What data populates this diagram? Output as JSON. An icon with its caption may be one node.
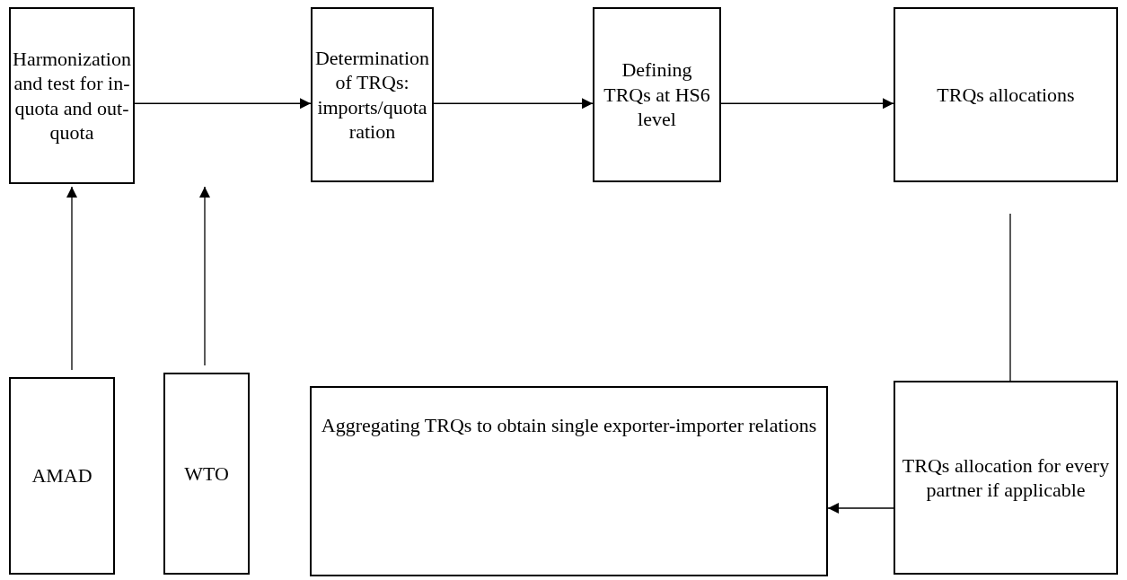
{
  "diagram": {
    "nodes": [
      {
        "text": [
          "Harmonization and test for in-quota and out-quota"
        ]
      },
      {
        "text": [
          "Determination of TRQs: imports/quota ration"
        ]
      },
      {
        "text": [
          "Defining TRQs at HS6 level"
        ]
      },
      {
        "text": [
          "TRQs allocations"
        ]
      },
      {
        "text": [
          "AMAD"
        ]
      },
      {
        "text": [
          "WTO"
        ]
      },
      {
        "text": [
          "Aggregating TRQs to obtain single exporter-importer relations"
        ]
      },
      {
        "text": [
          "TRQs allocation for every partner if applicable"
        ]
      }
    ],
    "edges": [
      {
        "from": 0,
        "to": 1,
        "arrow": "to"
      },
      {
        "from": 1,
        "to": 2,
        "arrow": "to"
      },
      {
        "from": 2,
        "to": 3,
        "arrow": "to"
      },
      {
        "from": 3,
        "to": 7,
        "arrow": "none"
      },
      {
        "from": 4,
        "to": 0,
        "arrow": "to"
      },
      {
        "from": 5,
        "to": 0,
        "arrow": "to"
      },
      {
        "from": 7,
        "to": 6,
        "arrow": "to"
      }
    ]
  }
}
